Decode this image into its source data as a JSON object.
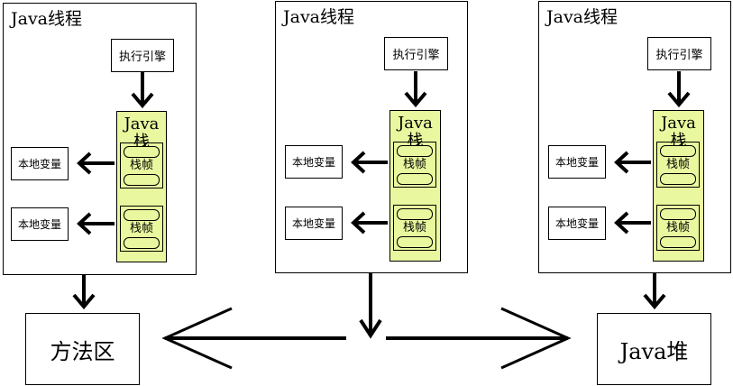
{
  "threads": [
    {
      "title": "Java线程",
      "engine": "执行引擎",
      "stack": "Java栈",
      "frames": [
        "栈帧",
        "栈帧"
      ],
      "locals": [
        "本地变量",
        "本地变量"
      ]
    },
    {
      "title": "Java线程",
      "engine": "执行引擎",
      "stack": "Java栈",
      "frames": [
        "栈帧",
        "栈帧"
      ],
      "locals": [
        "本地变量",
        "本地变量"
      ]
    },
    {
      "title": "Java线程",
      "engine": "执行引擎",
      "stack": "Java栈",
      "frames": [
        "栈帧",
        "栈帧"
      ],
      "locals": [
        "本地变量",
        "本地变量"
      ]
    }
  ],
  "method_area": "方法区",
  "heap": "Java堆",
  "colors": {
    "stack_fill": "#e9f89e",
    "line": "#000000"
  }
}
